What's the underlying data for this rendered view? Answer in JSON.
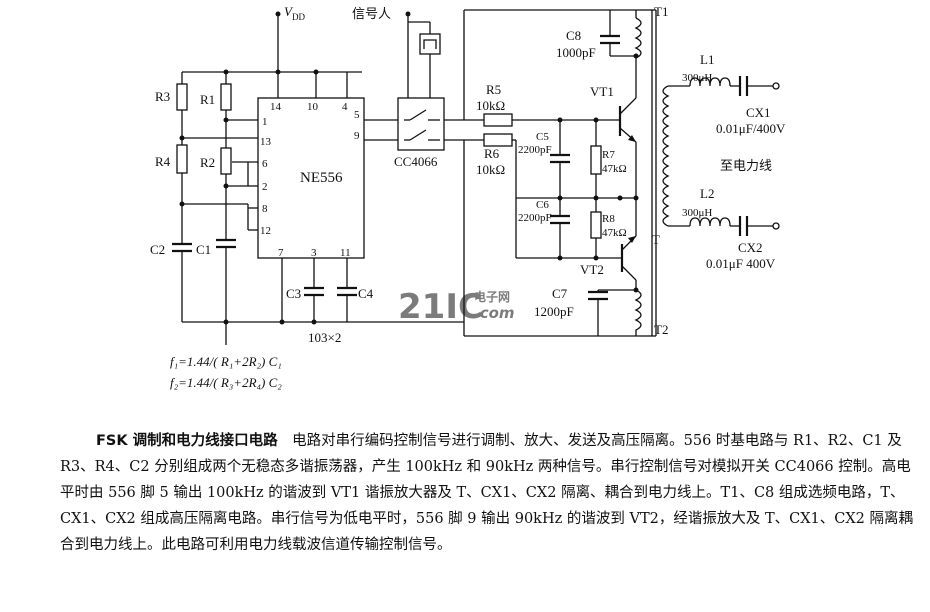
{
  "schematic": {
    "labels": {
      "vdd": "V",
      "vdd_sub": "DD",
      "signal_in": "信号人",
      "ic_name": "NE556",
      "switch_name": "CC4066",
      "pin14": "14",
      "pin10": "10",
      "pin4": "4",
      "pin1": "1",
      "pin13": "13",
      "pin6": "6",
      "pin2": "2",
      "pin8": "8",
      "pin12": "12",
      "pin7": "7",
      "pin3": "3",
      "pin11": "11",
      "pin5": "5",
      "pin9": "9",
      "r1": "R1",
      "r2": "R2",
      "r3": "R3",
      "r4": "R4",
      "c1": "C1",
      "c2": "C2",
      "c3": "C3",
      "c4": "C4",
      "c34_value": "103×2",
      "r5": "R5",
      "r5_value": "10kΩ",
      "r6": "R6",
      "r6_value": "10kΩ",
      "c5": "C5",
      "c5_value": "2200pF",
      "c6": "C6",
      "c6_value": "2200pF",
      "r7": "R7",
      "r7_value": "47kΩ",
      "r8": "R8",
      "r8_value": "47kΩ",
      "c7": "C7",
      "c7_value": "1200pF",
      "c8": "C8",
      "c8_value": "1000pF",
      "vt1": "VT1",
      "vt2": "VT2",
      "t": "T",
      "t1": "T1",
      "t2": "T2",
      "l1": "L1",
      "l1_value": "300μH",
      "l2": "L2",
      "l2_value": "300μH",
      "cx1": "CX1",
      "cx1_value": "0.01μF/400V",
      "cx2": "CX2",
      "cx2_value": "0.01μF 400V",
      "to_powerline": "至电力线"
    },
    "formula1": "f₁=1.44/( R₁+2R₂) C₁",
    "formula2": "f₂=1.44/( R₃+2R₄) C₂",
    "watermark_main": "21IC",
    "watermark_top": "电子网",
    "watermark_bottom": ".com"
  },
  "description": {
    "title": "FSK 调制和电力线接口电路",
    "body": "电路对串行编码控制信号进行调制、放大、发送及高压隔离。556 时基电路与 R1、R2、C1 及 R3、R4、C2 分别组成两个无稳态多谐振荡器，产生 100kHz 和 90kHz 两种信号。串行控制信号对模拟开关 CC4066 控制。高电平时由 556 脚 5 输出 100kHz 的谐波到 VT1 谐振放大器及 T、CX1、CX2 隔离、耦合到电力线上。T1、C8 组成选频电路，T、CX1、CX2 组成高压隔离电路。串行信号为低电平时，556 脚 9 输出 90kHz 的谐波到 VT2，经谐振放大及 T、CX1、CX2 隔离耦合到电力线上。此电路可利用电力线载波信道传输控制信号。"
  }
}
